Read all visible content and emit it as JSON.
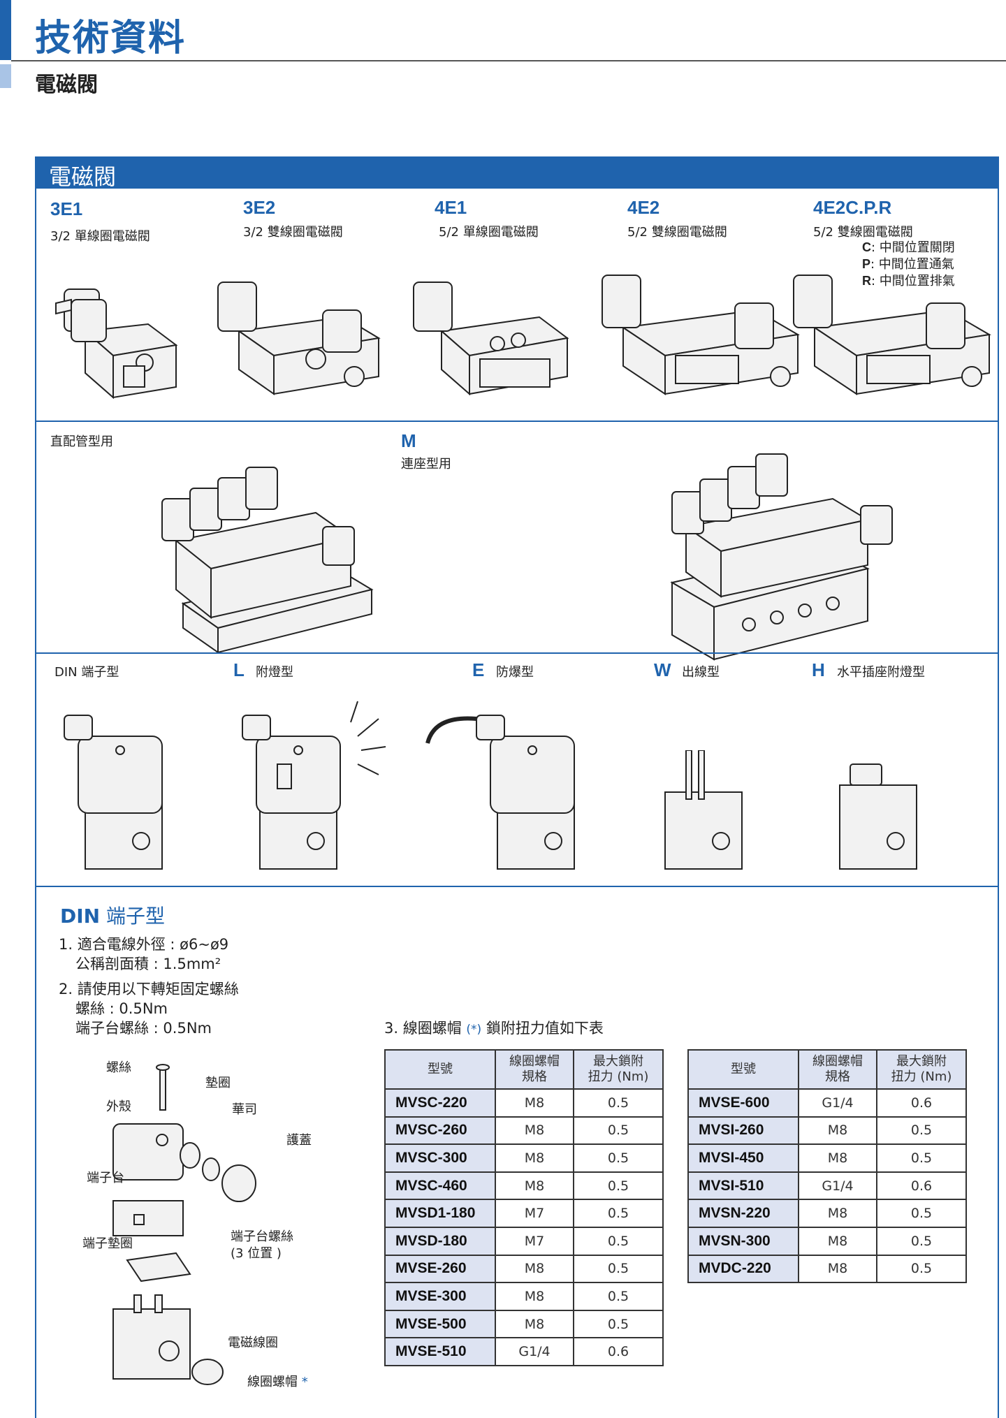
{
  "header": {
    "title": "技術資料",
    "subtitle": "電磁閥"
  },
  "panel": {
    "title": "電磁閥"
  },
  "valves": [
    {
      "code": "3E1",
      "desc": "3/2 單線圈電磁閥"
    },
    {
      "code": "3E2",
      "desc": "3/2 雙線圈電磁閥"
    },
    {
      "code": "4E1",
      "desc": "5/2 單線圈電磁閥"
    },
    {
      "code": "4E2",
      "desc": "5/2 雙線圈電磁閥"
    },
    {
      "code": "4E2C.P.R",
      "desc": "5/2 雙線圈電磁閥",
      "options": [
        {
          "key": "C",
          "text": ": 中間位置關閉"
        },
        {
          "key": "P",
          "text": ": 中間位置通氣"
        },
        {
          "key": "R",
          "text": ": 中間位置排氣"
        }
      ]
    }
  ],
  "mount": {
    "direct": "直配管型用",
    "m_code": "M",
    "m_desc": "連座型用"
  },
  "connectors": [
    {
      "code": "",
      "desc": "DIN 端子型"
    },
    {
      "code": "L",
      "desc": "附燈型"
    },
    {
      "code": "E",
      "desc": "防爆型"
    },
    {
      "code": "W",
      "desc": "出線型"
    },
    {
      "code": "H",
      "desc": "水平插座附燈型"
    }
  ],
  "din": {
    "title_code": "DIN",
    "title_text": " 端子型",
    "notes": [
      "1. 適合電線外徑 : ø6~ø9",
      "公稱剖面積 : 1.5mm²",
      "2. 請使用以下轉矩固定螺絲",
      "螺絲 : 0.5Nm",
      "端子台螺絲 : 0.5Nm"
    ],
    "torque_note_a": "3. 線圈螺帽 ",
    "torque_note_star": "(*)",
    "torque_note_b": " 鎖附扭力值如下表",
    "parts": {
      "screw": "螺絲",
      "washer": "墊圈",
      "casing": "外殼",
      "gasket": "華司",
      "cover": "護蓋",
      "terminal": "端子台",
      "terminal_screw": "端子台螺絲",
      "terminal_screw_qty": "(3 位置 )",
      "terminal_pad": "端子墊圈",
      "coil": "電磁線圈",
      "coil_nut": "線圈螺帽",
      "star": "*"
    }
  },
  "table": {
    "headers": {
      "model": "型號",
      "spec_l1": "線圈螺帽",
      "spec_l2": "規格",
      "torque_l1": "最大鎖附",
      "torque_l2": "扭力 (Nm)"
    },
    "left": [
      [
        "MVSC-220",
        "M8",
        "0.5"
      ],
      [
        "MVSC-260",
        "M8",
        "0.5"
      ],
      [
        "MVSC-300",
        "M8",
        "0.5"
      ],
      [
        "MVSC-460",
        "M8",
        "0.5"
      ],
      [
        "MVSD1-180",
        "M7",
        "0.5"
      ],
      [
        "MVSD-180",
        "M7",
        "0.5"
      ],
      [
        "MVSE-260",
        "M8",
        "0.5"
      ],
      [
        "MVSE-300",
        "M8",
        "0.5"
      ],
      [
        "MVSE-500",
        "M8",
        "0.5"
      ],
      [
        "MVSE-510",
        "G1/4",
        "0.6"
      ]
    ],
    "right": [
      [
        "MVSE-600",
        "G1/4",
        "0.6"
      ],
      [
        "MVSI-260",
        "M8",
        "0.5"
      ],
      [
        "MVSI-450",
        "M8",
        "0.5"
      ],
      [
        "MVSI-510",
        "G1/4",
        "0.6"
      ],
      [
        "MVSN-220",
        "M8",
        "0.5"
      ],
      [
        "MVSN-300",
        "M8",
        "0.5"
      ],
      [
        "MVDC-220",
        "M8",
        "0.5"
      ]
    ]
  },
  "colors": {
    "brand": "#1f63ad",
    "brand_light": "#a9c4e6",
    "table_header": "#dde3f2"
  }
}
